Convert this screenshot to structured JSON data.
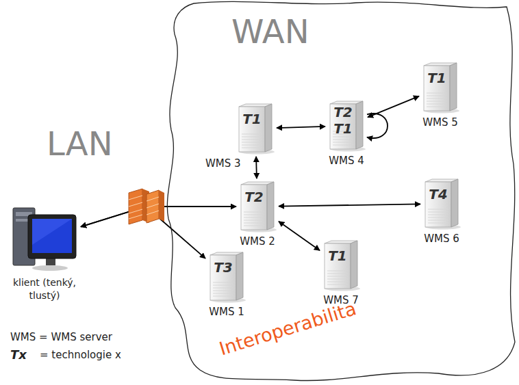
{
  "diagram": {
    "nodes": [
      {
        "text": [
          "WAN",
          "Interoperabilita"
        ]
      },
      {
        "text": [
          "T1",
          "WMS 5"
        ],
        "in": 0
      },
      {
        "text": [
          "T1",
          "WMS 3"
        ],
        "in": 0
      },
      {
        "text": [
          "T2",
          "T1",
          "WMS 4"
        ],
        "in": 0
      },
      {
        "text": [
          "T2",
          "WMS 2"
        ],
        "in": 0
      },
      {
        "text": [
          "T4",
          "WMS 6"
        ],
        "in": 0
      },
      {
        "text": [
          "T1",
          "WMS 7"
        ],
        "in": 0
      },
      {
        "text": [
          "T3",
          "WMS 1"
        ],
        "in": 0
      },
      {
        "text": [
          "klient (tenký, tlustý)"
        ]
      }
    ],
    "edges": [
      {
        "from": 2,
        "to": 3,
        "arrow": "both"
      },
      {
        "from": 3,
        "to": 1,
        "arrow": "both"
      },
      {
        "from": 3,
        "to": 3,
        "arrow": "to"
      },
      {
        "from": 2,
        "to": 4,
        "arrow": "both"
      },
      {
        "from": 4,
        "to": 5,
        "arrow": "both"
      },
      {
        "from": 4,
        "to": 6,
        "arrow": "both"
      },
      {
        "from": 8,
        "to": 4,
        "arrow": "both"
      },
      {
        "from": 8,
        "to": 7,
        "arrow": "both"
      }
    ],
    "labels": [
      "LAN",
      "WMS = WMS server",
      "Tx",
      "= technologie x"
    ]
  }
}
